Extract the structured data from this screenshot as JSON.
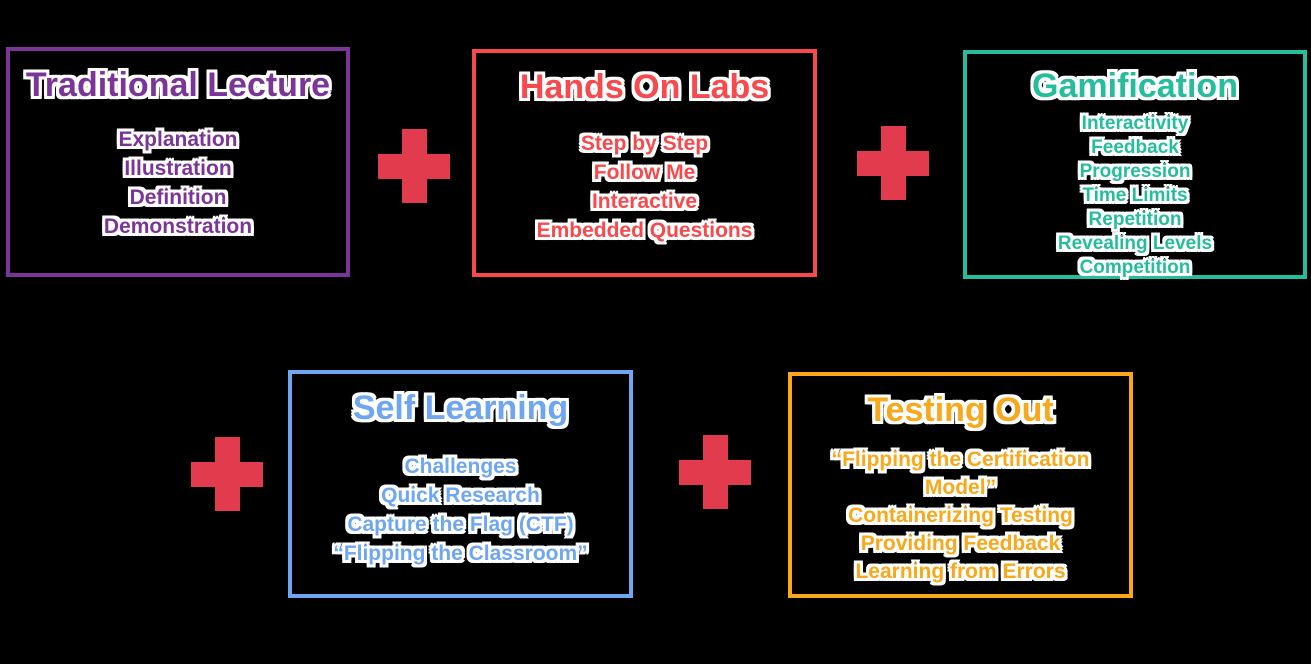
{
  "canvas": {
    "background_color": "#000000",
    "plus_color": "#E23B4E"
  },
  "boxes": [
    {
      "id": "traditional-lecture",
      "title": "Traditional Lecture",
      "color": "#7B3598",
      "items": [
        "Explanation",
        "Illustration",
        "Definition",
        "Demonstration"
      ]
    },
    {
      "id": "hands-on-labs",
      "title": "Hands On Labs",
      "color": "#F8494D",
      "items": [
        "Step by Step",
        "Follow Me",
        "Interactive",
        "Embedded Questions"
      ]
    },
    {
      "id": "gamification",
      "title": "Gamification",
      "color": "#26BD9D",
      "items": [
        "Interactivity",
        "Feedback",
        "Progression",
        "Time Limits",
        "Repetition",
        "Revealing Levels",
        "Competition"
      ]
    },
    {
      "id": "self-learning",
      "title": "Self Learning",
      "color": "#6EA6F2",
      "items": [
        "Challenges",
        "Quick Research",
        "Capture the Flag (CTF)",
        "“Flipping the Classroom”"
      ]
    },
    {
      "id": "testing-out",
      "title": "Testing Out",
      "color": "#F9A71B",
      "items": [
        "“Flipping the Certification Model”",
        "Containerizing Testing",
        "Providing Feedback",
        "Learning from Errors"
      ]
    }
  ]
}
